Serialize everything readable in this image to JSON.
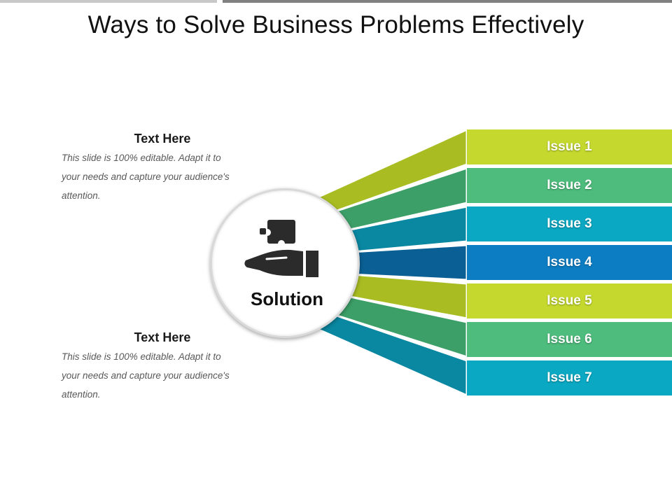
{
  "title": "Ways to Solve Business Problems Effectively",
  "text_blocks": [
    {
      "heading": "Text Here",
      "body": "This slide is 100% editable.  Adapt it to your needs and capture your audience's attention."
    },
    {
      "heading": "Text Here",
      "body": "This slide is 100% editable.  Adapt it to your needs and capture your audience's attention."
    }
  ],
  "center": {
    "label": "Solution",
    "icon": "hand-puzzle-icon"
  },
  "issues": [
    {
      "label": "Issue 1",
      "color": "#c4d82e",
      "shade": "#a9bd22"
    },
    {
      "label": "Issue 2",
      "color": "#4ebc7c",
      "shade": "#3c9f67"
    },
    {
      "label": "Issue 3",
      "color": "#0aa8c3",
      "shade": "#0a87a1"
    },
    {
      "label": "Issue 4",
      "color": "#0c7dc2",
      "shade": "#0a5f94"
    },
    {
      "label": "Issue 5",
      "color": "#c4d82e",
      "shade": "#a9bd22"
    },
    {
      "label": "Issue 6",
      "color": "#4ebc7c",
      "shade": "#3c9f67"
    },
    {
      "label": "Issue 7",
      "color": "#0aa8c3",
      "shade": "#0a87a1"
    }
  ]
}
